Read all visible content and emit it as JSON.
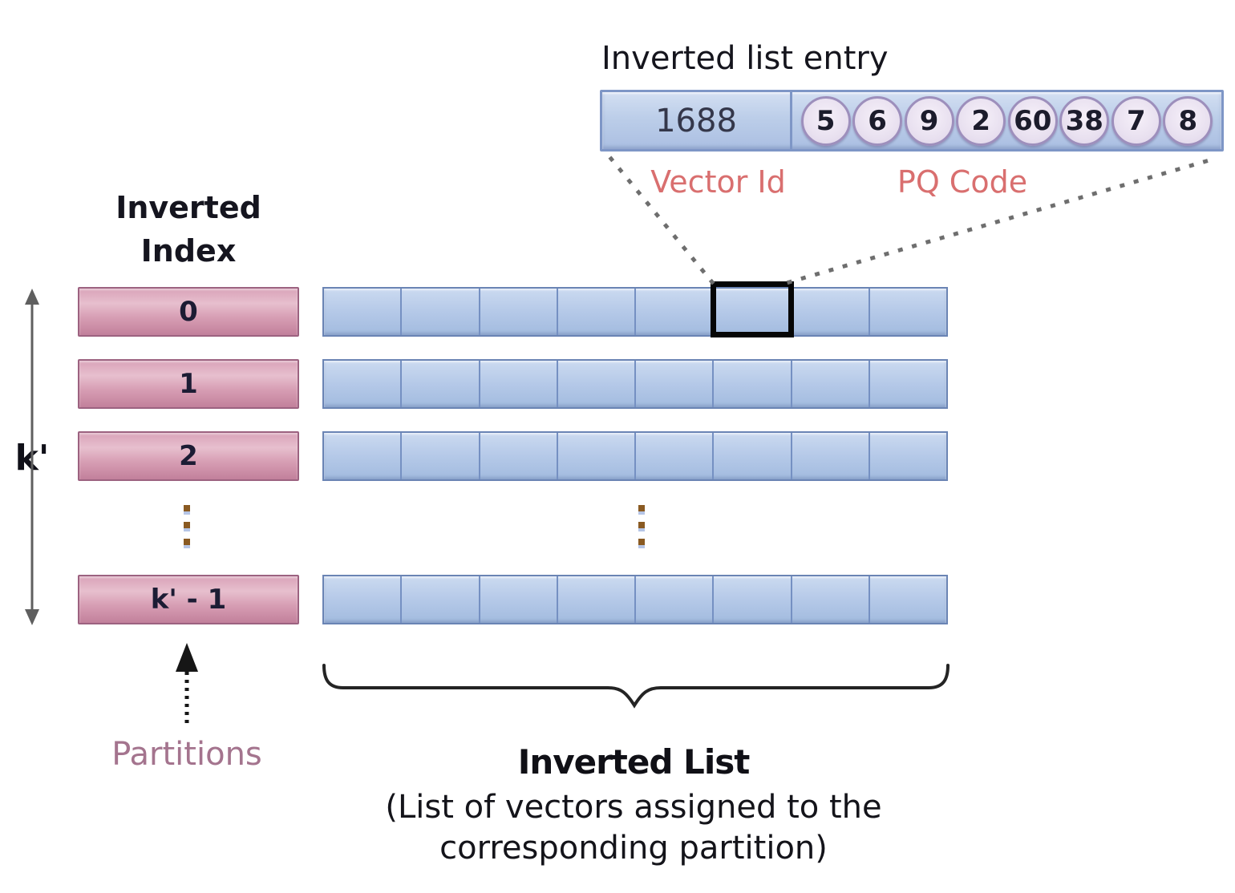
{
  "entry": {
    "title": "Inverted list entry",
    "vector_id": "1688",
    "vector_id_label": "Vector Id",
    "pq_code_label": "PQ Code",
    "pq_codes": [
      "5",
      "6",
      "9",
      "2",
      "60",
      "38",
      "7",
      "8"
    ]
  },
  "index": {
    "title_line1": "Inverted",
    "title_line2": "Index",
    "rows": [
      "0",
      "1",
      "2",
      "k' - 1"
    ],
    "k_label": "k'",
    "partitions_label": "Partitions"
  },
  "inverted_list": {
    "cells_per_row": 8,
    "caption_title": "Inverted List",
    "caption_line1": "(List of vectors assigned to the",
    "caption_line2": "corresponding partition)"
  },
  "colors": {
    "entry_fill": "#bccee9",
    "entry_border": "#7e96c6",
    "circle_fill": "#e9e1f0",
    "circle_border": "#9d8fbc",
    "blue_cell_fill": "#b5c9e8",
    "blue_cell_border": "#6a84b4",
    "pink_fill": "#d79eb4",
    "pink_border": "#9c6280",
    "coral_label": "#d96f6f",
    "mauve_label": "#a4748e",
    "highlight_border": "#060606",
    "arrow_gray": "#5f5f5f"
  }
}
